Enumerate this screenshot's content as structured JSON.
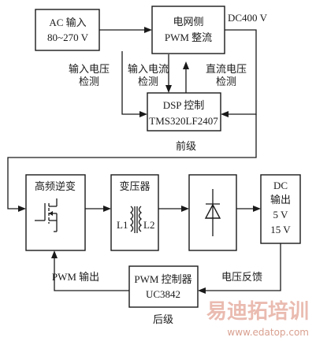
{
  "blocks": {
    "ac_input": [
      "AC 输入",
      "80~270 V"
    ],
    "pwm_rectifier": [
      "电网侧",
      "PWM 整流"
    ],
    "dsp_control": [
      "DSP 控制",
      "TMS320LF2407"
    ],
    "hf_inverter": "高频逆变",
    "transformer": "变压器",
    "transformer_l1": "L1",
    "transformer_l2": "L2",
    "dc_output": [
      "DC",
      "输出",
      "5 V",
      "15 V"
    ],
    "pwm_controller": [
      "PWM 控制器",
      "UC3842"
    ]
  },
  "labels": {
    "dc400": "DC400 V",
    "input_voltage_detect": [
      "输入电压",
      "检测"
    ],
    "input_current_detect": [
      "输入电流",
      "检测"
    ],
    "dc_voltage_detect": [
      "直流电压",
      "检测"
    ],
    "front_stage": "前级",
    "pwm_output": "PWM 输出",
    "voltage_feedback": "电压反馈",
    "rear_stage": "后级"
  },
  "watermark": {
    "chinese": "易迪拓培训",
    "url": "www.edatop.com"
  }
}
